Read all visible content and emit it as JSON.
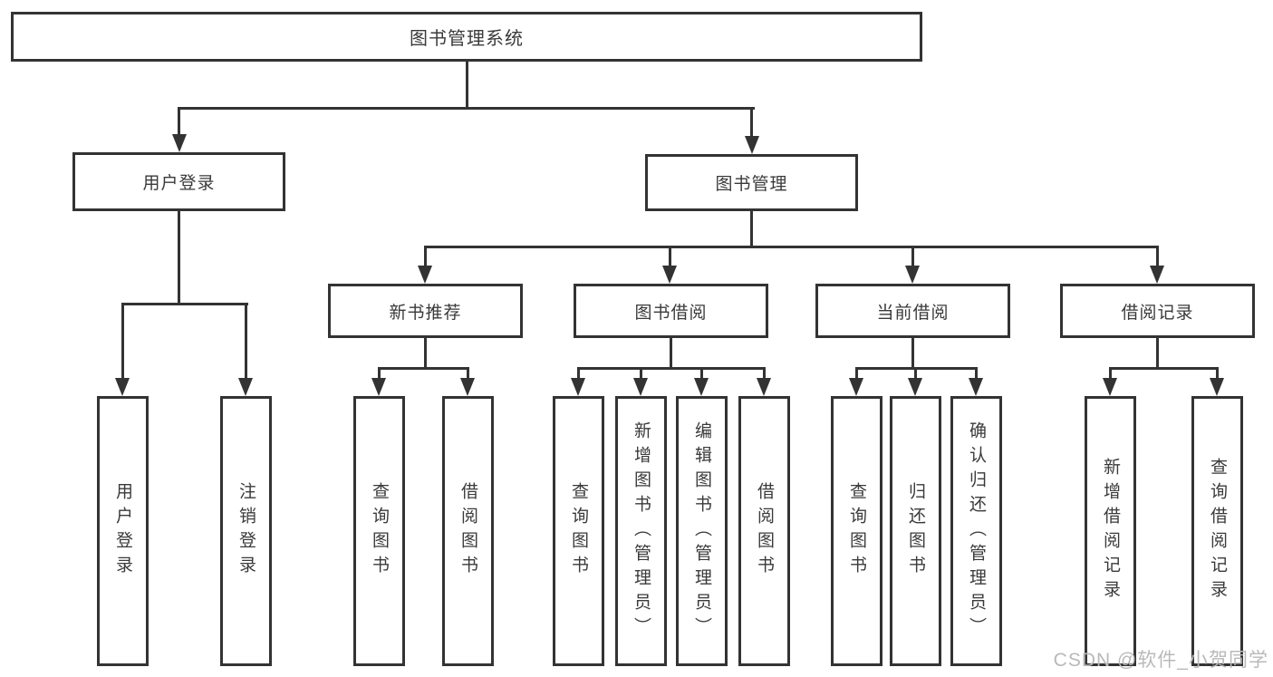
{
  "colors": {
    "line": "#333333",
    "text": "#3a3a3a",
    "background": "#ffffff",
    "watermark": "#b9b9b9"
  },
  "nodes": {
    "root": {
      "label": "图书管理系统"
    },
    "user_login": {
      "label": "用户登录"
    },
    "book_mgmt": {
      "label": "图书管理"
    },
    "new_rec": {
      "label": "新书推荐"
    },
    "book_borrow": {
      "label": "图书借阅"
    },
    "cur_borrow": {
      "label": "当前借阅"
    },
    "borrow_rec": {
      "label": "借阅记录"
    },
    "leaf_user_login": {
      "label": "用户登录"
    },
    "leaf_logout": {
      "label": "注销登录"
    },
    "leaf_nr_query": {
      "label": "查询图书"
    },
    "leaf_nr_borrow": {
      "label": "借阅图书"
    },
    "leaf_bb_query": {
      "label": "查询图书"
    },
    "leaf_bb_add": {
      "label": "新增图书（管理员）"
    },
    "leaf_bb_edit": {
      "label": "编辑图书（管理员）"
    },
    "leaf_bb_borrow": {
      "label": "借阅图书"
    },
    "leaf_cb_query": {
      "label": "查询图书"
    },
    "leaf_cb_return": {
      "label": "归还图书"
    },
    "leaf_cb_confirm": {
      "label": "确认归还（管理员）"
    },
    "leaf_br_add": {
      "label": "新增借阅记录"
    },
    "leaf_br_query": {
      "label": "查询借阅记录"
    }
  },
  "watermark": {
    "text": "CSDN @软件_小贺同学"
  }
}
